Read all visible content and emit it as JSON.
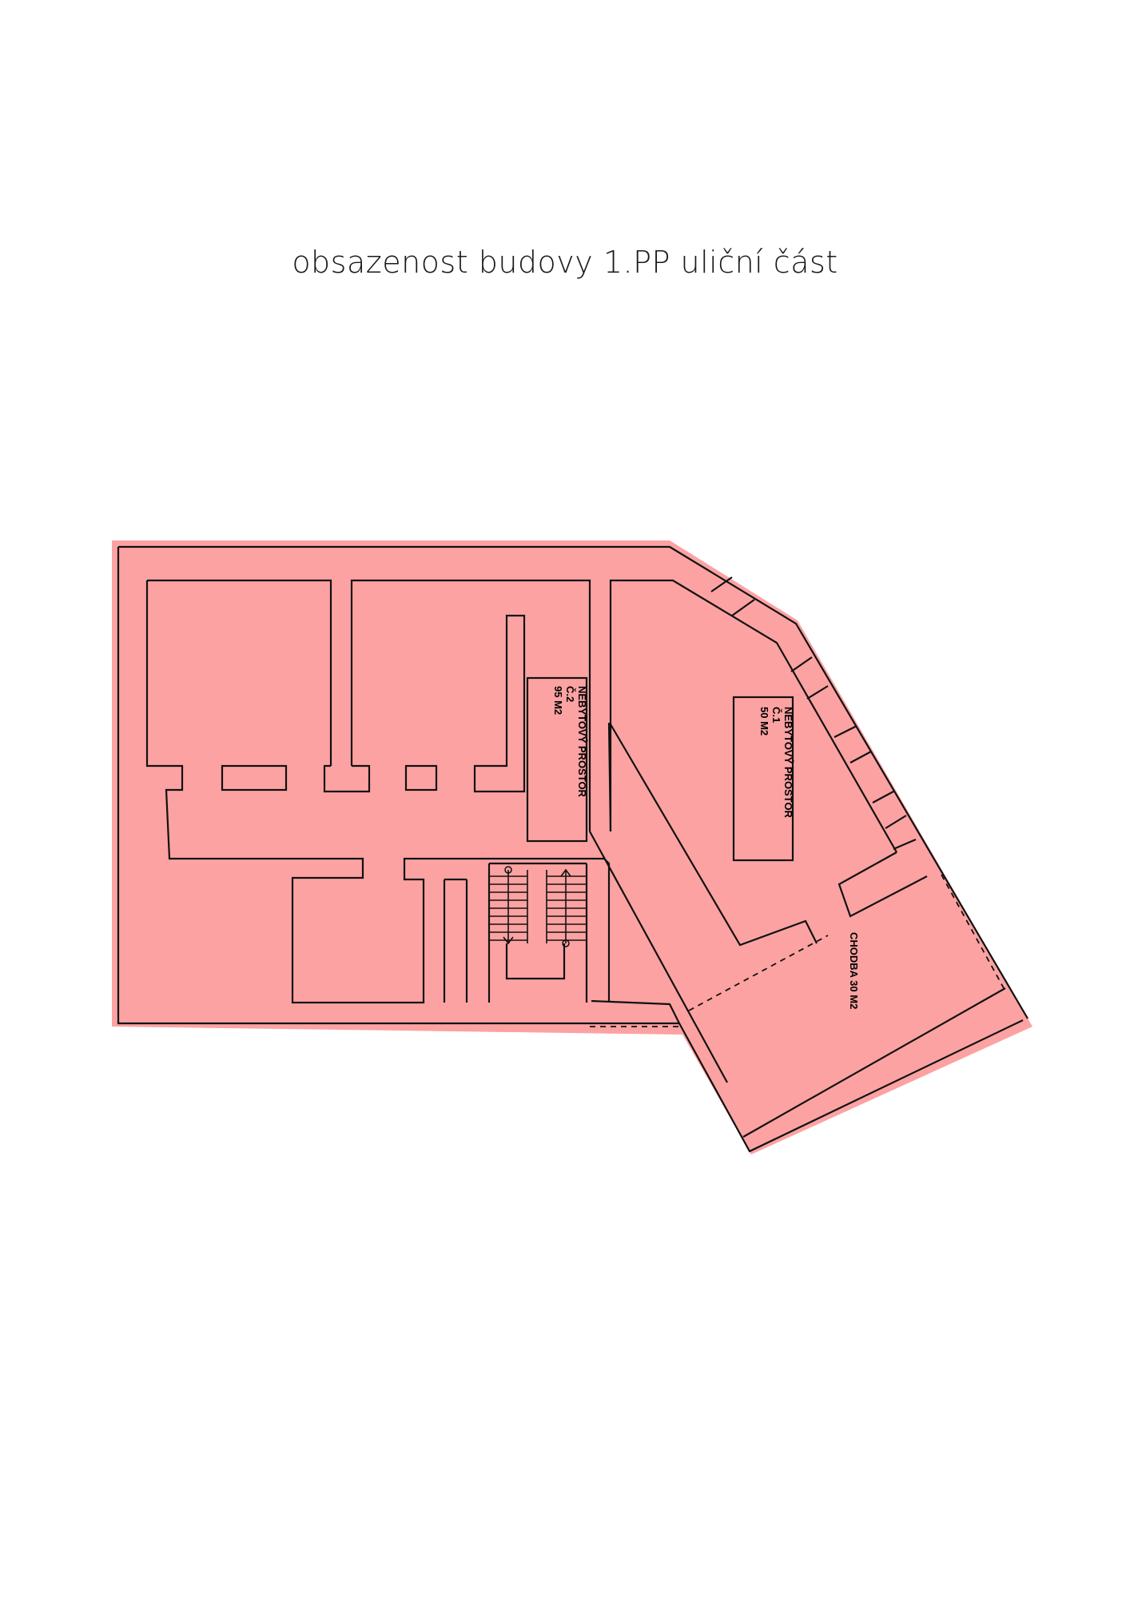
{
  "page": {
    "title": "obsazenost budovy  1.PP uliční část"
  },
  "colors": {
    "occupied_fill": "#fca2a2",
    "wall_stroke": "#111111",
    "background": "#ffffff"
  },
  "rooms": [
    {
      "id": "room-2",
      "line1": "NEBYTOVÝ PROSTOR",
      "line2": "Č.2",
      "line3": "95 M2"
    },
    {
      "id": "room-1",
      "line1": "NEBYTOVÝ PROSTOR",
      "line2": "Č.1",
      "line3": "50 M2"
    },
    {
      "id": "corridor",
      "line1": "CHODBA 30 M2"
    }
  ]
}
